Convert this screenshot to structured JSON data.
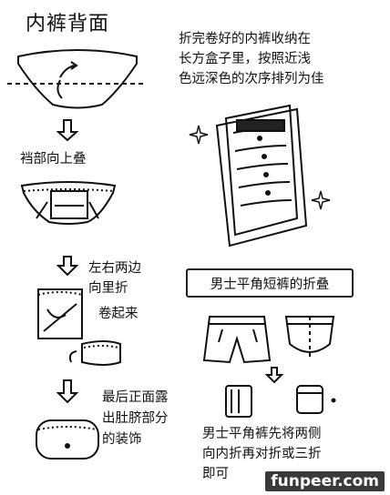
{
  "title": "内裤背面",
  "note_box": "折完卷好的内裤收纳在\n长方盒子里，按照近浅\n色远深色的次序排列为佳",
  "step1": "裆部向上叠",
  "step2_line1": "左右两边\n向里折",
  "step2_line2": "卷起来",
  "step3": "最后正面露\n出肚脐部分\n的装饰",
  "boxer_title": "男士平角短裤的折叠",
  "boxer_note": "男士平角裤先将两侧\n向内折再对折或三折\n即可",
  "watermark": "funpeer.com"
}
